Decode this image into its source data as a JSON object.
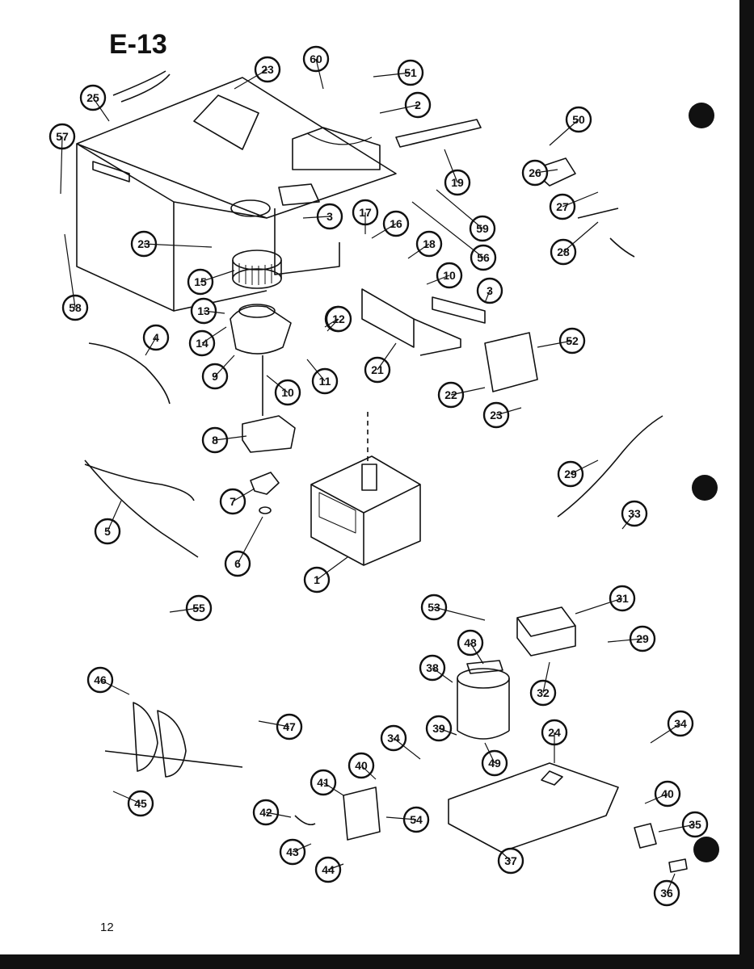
{
  "diagram_title": "E-13",
  "page_number": "12",
  "callouts": [
    "1",
    "2",
    "3",
    "3",
    "4",
    "5",
    "6",
    "7",
    "8",
    "9",
    "10",
    "10",
    "10",
    "11",
    "12",
    "13",
    "14",
    "15",
    "16",
    "17",
    "18",
    "19",
    "21",
    "22",
    "23",
    "23",
    "23",
    "24",
    "25",
    "26",
    "27",
    "28",
    "29",
    "29",
    "31",
    "32",
    "33",
    "34",
    "34",
    "35",
    "36",
    "37",
    "38",
    "39",
    "40",
    "40",
    "41",
    "42",
    "43",
    "44",
    "45",
    "46",
    "47",
    "48",
    "49",
    "50",
    "51",
    "52",
    "53",
    "54",
    "55",
    "56",
    "57",
    "58",
    "59",
    "60"
  ],
  "colors": {
    "ink": "#111111",
    "paper": "#ffffff"
  }
}
